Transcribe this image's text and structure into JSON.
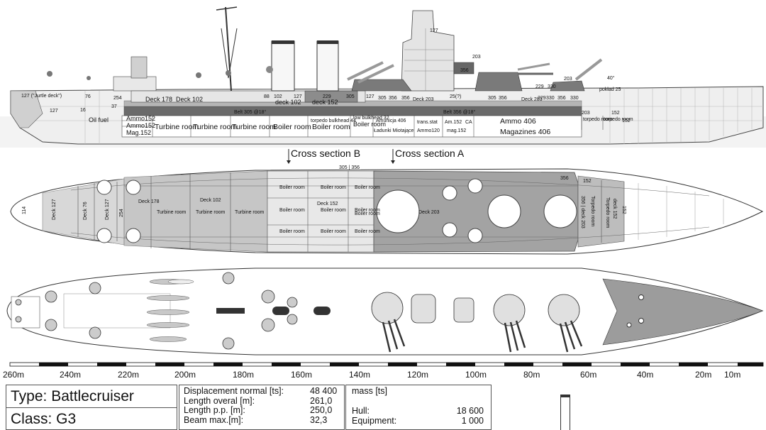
{
  "profile": {
    "deck_labels": [
      "127 (\"Jurtle deck\")",
      "127",
      "Deck 178",
      "Deck 102",
      "254",
      "76",
      "88",
      "102",
      "127",
      "229",
      "305",
      "deck 102",
      "deck 152",
      "127",
      "305",
      "356",
      "356",
      "Deck 203",
      "25(?)",
      "356",
      "305",
      "229",
      "330",
      "356",
      "Deck 203",
      "229",
      "330",
      "330",
      "pokład 25",
      "203",
      "152",
      "203",
      "40°",
      "127",
      "356",
      "203",
      "37"
    ],
    "compartments": [
      "Oil fuel",
      "Ammo152",
      "Ammo152",
      "Mag.152",
      "Turbine room",
      "Turbine room",
      "Turbine room",
      "Boiler room",
      "Boiler room",
      "torpedo bulkhead 44",
      "Boiler room",
      "Amunicja 406",
      "Ładunki Miotające",
      "trans.stat",
      "Ammo120",
      "Am.152",
      "CA",
      "mag.152",
      "Ammo 406",
      "Magazines 406",
      "torpedo room",
      "torpedo room",
      "152",
      "low bulkhead 32",
      "Belt 305 @18°",
      "Belt 356 @18°",
      "16"
    ]
  },
  "sections": {
    "b": "Cross section B",
    "a": "Cross section A"
  },
  "plan": {
    "labels": [
      "114",
      "Deck 127",
      "Deck 76",
      "Deck 127",
      "254",
      "Deck 178",
      "Turbine room",
      "Deck 102",
      "Turbine room",
      "Turbine room",
      "Boiler room",
      "Boiler room",
      "Boiler room",
      "Boiler room",
      "Deck 152",
      "Boiler room",
      "Boiler room",
      "Boiler room",
      "Boiler room",
      "Boiler room",
      "Boiler room",
      "Deck 203",
      "305 | 356",
      "356",
      "152",
      "356 | deck 203",
      "Torpedo room",
      "deck 152",
      "Torpedo room",
      "152",
      "Boiler room"
    ]
  },
  "scale": {
    "labels": [
      "260m",
      "240m",
      "220m",
      "200m",
      "180m",
      "160m",
      "140m",
      "120m",
      "100m",
      "80m",
      "60m",
      "40m",
      "20m",
      "10m"
    ]
  },
  "info": {
    "type": "Type: Battlecruiser",
    "class": "Class: G3",
    "specs": [
      {
        "k": "Displacement normal [ts]:",
        "v": "48 400"
      },
      {
        "k": "Length overal [m]:",
        "v": "261,0"
      },
      {
        "k": "Length  p.p. [m]:",
        "v": "250,0"
      },
      {
        "k": "Beam max.[m]:",
        "v": "32,3"
      }
    ],
    "mass_title": "mass [ts]",
    "mass": [
      {
        "k": "Hull:",
        "v": "18 600"
      },
      {
        "k": "Equipment:",
        "v": "1 000"
      }
    ]
  },
  "colors": {
    "hull": "#eeeeee",
    "armor_dark": "#555555",
    "armor_mid": "#9e9e9e",
    "armor_light": "#c8c8c8",
    "deck_grey": "#dcdcdc"
  }
}
